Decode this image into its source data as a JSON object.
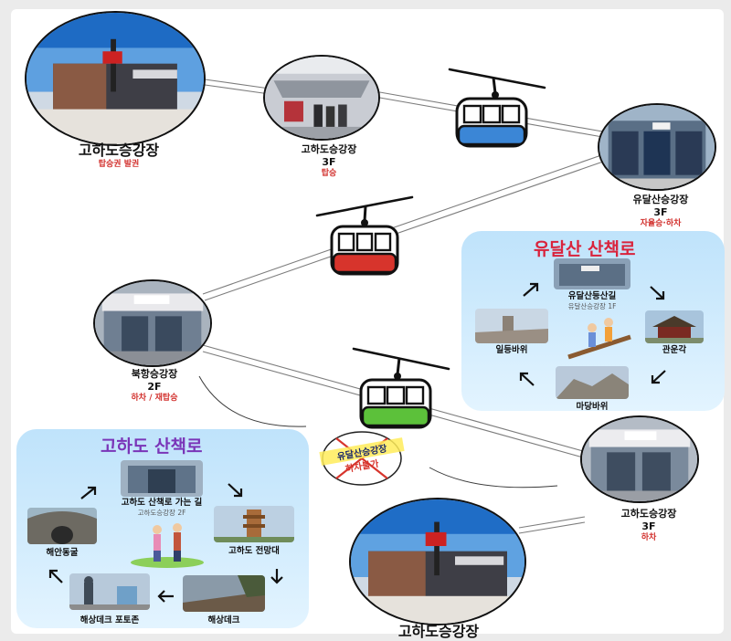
{
  "stations": {
    "gohado_lower": {
      "name": "고하도승강장",
      "sub": "탑승권 발권"
    },
    "gohado_3f": {
      "name": "고하도승강장",
      "floor": "3F",
      "sub": "탑승"
    },
    "yudalsan": {
      "name": "유달산승강장",
      "floor": "3F",
      "sub": "자율승·하차"
    },
    "bukhang": {
      "name": "북항승강장",
      "floor": "2F",
      "sub": "하차 / 재탑승"
    },
    "gohado_return": {
      "name": "고하도승강장",
      "floor": "3F",
      "sub": "하차"
    },
    "gohado_bottom": {
      "name": "고하도승강장"
    }
  },
  "yudalsan_trail": {
    "title": "유달산 산책로",
    "start": "유달산등산길",
    "start_sub": "유달산승강장 1F",
    "stops": [
      "관운각",
      "마당바위",
      "일등바위"
    ]
  },
  "gohado_trail": {
    "title": "고하도 산책로",
    "start": "고하도 산책로 가는 길",
    "start_sub": "고하도승강장 2F",
    "stops": [
      "고하도 전망대",
      "해상데크",
      "해상데크 포토존",
      "해안동굴"
    ]
  },
  "no_exit_badge": {
    "line1": "유달산승강장",
    "line2": "하차불가"
  },
  "colors": {
    "blue_car": "#3b86d6",
    "red_car": "#d7342c",
    "green_car": "#5cc13a",
    "panel": "#cfe9fb",
    "accent_red": "#d2312e",
    "gohado_title": "#7a35b8",
    "yudalsan_title": "#d9233c"
  }
}
